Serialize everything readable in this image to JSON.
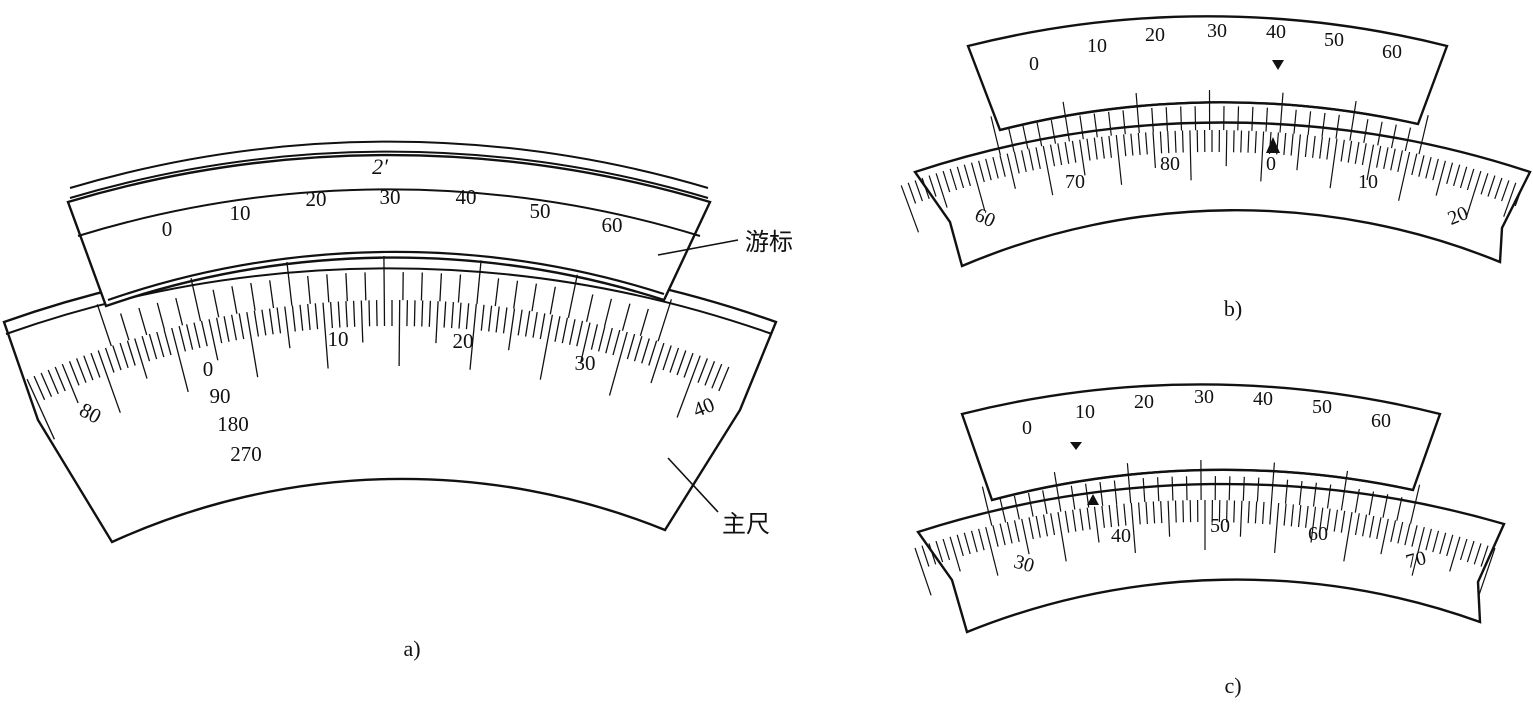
{
  "panels": [
    {
      "id": "a",
      "caption": "a)",
      "vernier_label": "游标",
      "main_label": "主尺",
      "least_count": "2′",
      "vernier_numbers": [
        "0",
        "10",
        "20",
        "30",
        "40",
        "50",
        "60"
      ],
      "main_numbers": [
        "80",
        "0",
        "10",
        "20",
        "30",
        "40"
      ],
      "quadrant_numbers": [
        "90",
        "180",
        "270"
      ]
    },
    {
      "id": "b",
      "caption": "b)",
      "vernier_numbers": [
        "0",
        "10",
        "20",
        "30",
        "40",
        "50",
        "60"
      ],
      "main_numbers": [
        "60",
        "70",
        "80",
        "0",
        "10",
        "20"
      ]
    },
    {
      "id": "c",
      "caption": "c)",
      "vernier_numbers": [
        "0",
        "10",
        "20",
        "30",
        "40",
        "50",
        "60"
      ],
      "main_numbers": [
        "30",
        "40",
        "50",
        "60",
        "70"
      ]
    }
  ]
}
